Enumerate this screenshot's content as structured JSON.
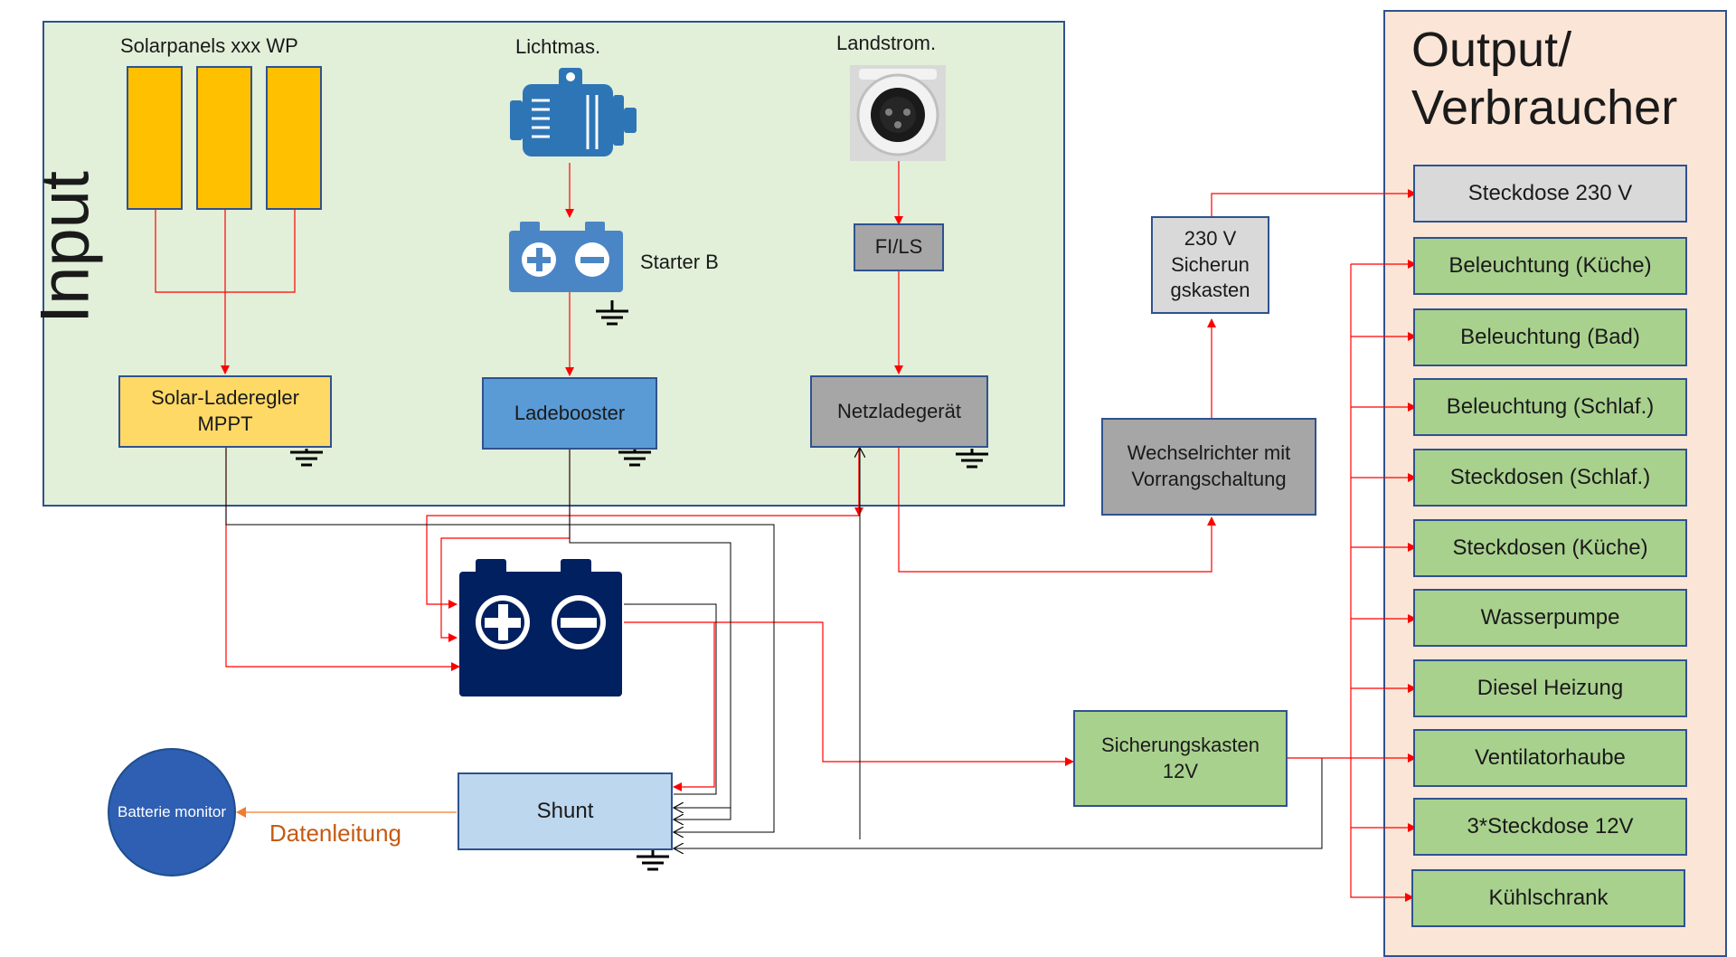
{
  "input": {
    "title": "Input",
    "solar_label": "Solarpanels xxx WP",
    "alternator_label": "Lichtmas.",
    "shore_label": "Landstrom.",
    "starter_label": "Starter B",
    "fils_label": "FI/LS",
    "mppt_label": "Solar-Laderegler MPPT",
    "booster_label": "Ladebooster",
    "charger_label": "Netzladegerät"
  },
  "output": {
    "title": "Output/ Verbraucher",
    "items": [
      "Steckdose 230 V",
      "Beleuchtung (Küche)",
      "Beleuchtung (Bad)",
      "Beleuchtung (Schlaf.)",
      "Steckdosen (Schlaf.)",
      "Steckdosen (Küche)",
      "Wasserpumpe",
      "Diesel Heizung",
      "Ventilatorhaube",
      "3*Steckdose 12V",
      "Kühlschrank"
    ]
  },
  "middle": {
    "fuse230_label": "230 V Sicherun gskasten",
    "inverter_label": "Wechselrichter mit Vorrangschaltung",
    "fuse12_label": "Sicherungskasten 12V",
    "shunt_label": "Shunt",
    "monitor_label": "Batterie monitor",
    "dataline_label": "Datenleitung"
  },
  "colors": {
    "input_bg": "#e2efd9",
    "output_bg": "#fbe5d6",
    "border": "#2f528f",
    "wire_positive": "#ff0000",
    "wire_negative": "#000000",
    "data_line": "#ed7d31",
    "battery": "#002060",
    "solar_panel": "#ffc000",
    "mppt_box": "#ffd966",
    "booster_box": "#5b9bd5",
    "charger_box": "#a6a6a6",
    "shunt_box": "#bdd7ee",
    "monitor": "#2e5fb3",
    "output_item": "#a9d18e",
    "socket_box": "#d9d9d9"
  }
}
